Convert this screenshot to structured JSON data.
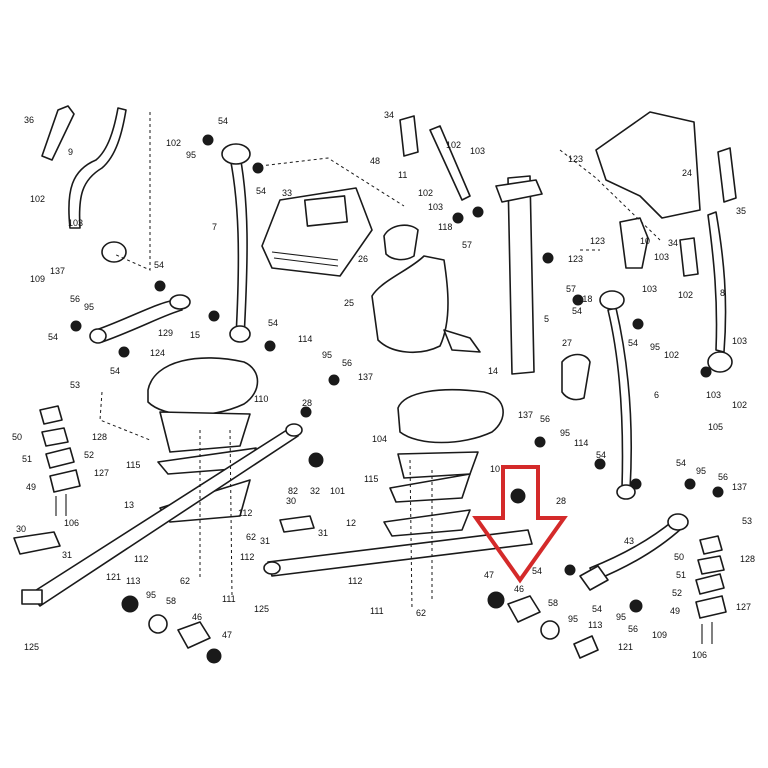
{
  "colors": {
    "line": "#1a1a1a",
    "arrow": "#d42a2a",
    "background": "#ffffff"
  },
  "callouts": [
    {
      "text": "36"
    },
    {
      "text": "9"
    },
    {
      "text": "102"
    },
    {
      "text": "95"
    },
    {
      "text": "54"
    },
    {
      "text": "54"
    },
    {
      "text": "102"
    },
    {
      "text": "103"
    },
    {
      "text": "7"
    },
    {
      "text": "33"
    },
    {
      "text": "48"
    },
    {
      "text": "34"
    },
    {
      "text": "11"
    },
    {
      "text": "102"
    },
    {
      "text": "103"
    },
    {
      "text": "102"
    },
    {
      "text": "103"
    },
    {
      "text": "123"
    },
    {
      "text": "24"
    },
    {
      "text": "35"
    },
    {
      "text": "123"
    },
    {
      "text": "118"
    },
    {
      "text": "57"
    },
    {
      "text": "10"
    },
    {
      "text": "103"
    },
    {
      "text": "34"
    },
    {
      "text": "123"
    },
    {
      "text": "26"
    },
    {
      "text": "109"
    },
    {
      "text": "137"
    },
    {
      "text": "56"
    },
    {
      "text": "95"
    },
    {
      "text": "54"
    },
    {
      "text": "54"
    },
    {
      "text": "129"
    },
    {
      "text": "15"
    },
    {
      "text": "54"
    },
    {
      "text": "124"
    },
    {
      "text": "54"
    },
    {
      "text": "25"
    },
    {
      "text": "57"
    },
    {
      "text": "118"
    },
    {
      "text": "54"
    },
    {
      "text": "5"
    },
    {
      "text": "103"
    },
    {
      "text": "102"
    },
    {
      "text": "8"
    },
    {
      "text": "54"
    },
    {
      "text": "114"
    },
    {
      "text": "95"
    },
    {
      "text": "56"
    },
    {
      "text": "137"
    },
    {
      "text": "27"
    },
    {
      "text": "95"
    },
    {
      "text": "102"
    },
    {
      "text": "103"
    },
    {
      "text": "103"
    },
    {
      "text": "102"
    },
    {
      "text": "53"
    },
    {
      "text": "110"
    },
    {
      "text": "28"
    },
    {
      "text": "14"
    },
    {
      "text": "6"
    },
    {
      "text": "105"
    },
    {
      "text": "50"
    },
    {
      "text": "128"
    },
    {
      "text": "51"
    },
    {
      "text": "52"
    },
    {
      "text": "127"
    },
    {
      "text": "49"
    },
    {
      "text": "106"
    },
    {
      "text": "115"
    },
    {
      "text": "104"
    },
    {
      "text": "137"
    },
    {
      "text": "56"
    },
    {
      "text": "95"
    },
    {
      "text": "114"
    },
    {
      "text": "54"
    },
    {
      "text": "32"
    },
    {
      "text": "101"
    },
    {
      "text": "115"
    },
    {
      "text": "10"
    },
    {
      "text": "28"
    },
    {
      "text": "54"
    },
    {
      "text": "95"
    },
    {
      "text": "56"
    },
    {
      "text": "137"
    },
    {
      "text": "13"
    },
    {
      "text": "112"
    },
    {
      "text": "30"
    },
    {
      "text": "12"
    },
    {
      "text": "62"
    },
    {
      "text": "54"
    },
    {
      "text": "43"
    },
    {
      "text": "53"
    },
    {
      "text": "30"
    },
    {
      "text": "31"
    },
    {
      "text": "112"
    },
    {
      "text": "62"
    },
    {
      "text": "31"
    },
    {
      "text": "31"
    },
    {
      "text": "50"
    },
    {
      "text": "128"
    },
    {
      "text": "51"
    },
    {
      "text": "52"
    },
    {
      "text": "49"
    },
    {
      "text": "127"
    },
    {
      "text": "121"
    },
    {
      "text": "113"
    },
    {
      "text": "95"
    },
    {
      "text": "58"
    },
    {
      "text": "46"
    },
    {
      "text": "47"
    },
    {
      "text": "111"
    },
    {
      "text": "112"
    },
    {
      "text": "111"
    },
    {
      "text": "112"
    },
    {
      "text": "62"
    },
    {
      "text": "47"
    },
    {
      "text": "46"
    },
    {
      "text": "58"
    },
    {
      "text": "95"
    },
    {
      "text": "113"
    },
    {
      "text": "54"
    },
    {
      "text": "95"
    },
    {
      "text": "56"
    },
    {
      "text": "109"
    },
    {
      "text": "121"
    },
    {
      "text": "106"
    },
    {
      "text": "125"
    },
    {
      "text": "125"
    },
    {
      "text": "82"
    }
  ]
}
